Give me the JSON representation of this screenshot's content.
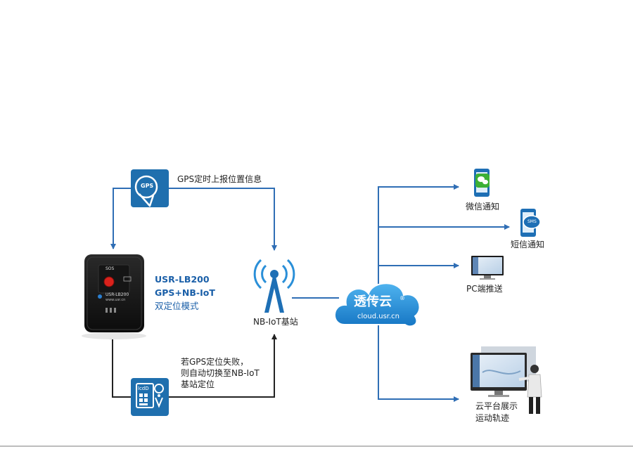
{
  "labels": {
    "gps_report": "GPS定时上报位置信息",
    "fallback_line1": "若GPS定位失败，",
    "fallback_line2": "则自动切换至NB-IoT",
    "fallback_line3": "基站定位",
    "device_model": "USR-LB200",
    "device_mode": "GPS+NB-IoT",
    "device_mode_cn": "双定位模式",
    "base_station": "NB-IoT基站",
    "cloud_name": "透传云",
    "cloud_reg": "®",
    "cloud_url": "cloud.usr.cn",
    "wechat_notify": "微信通知",
    "sms_notify": "短信通知",
    "pc_push": "PC端推送",
    "cloud_platform_line1": "云平台展示",
    "cloud_platform_line2": "运动轨迹"
  },
  "icons": {
    "gps_icon_text": "GPS",
    "lbs_icon_text": "lcdD",
    "sms_icon_text": "SMS",
    "device_sos": "SOS",
    "device_brand": "USR-LB200",
    "device_url": "www.usr.cn"
  },
  "colors": {
    "arrow_blue": "#2f6eb5",
    "arrow_dark": "#222222",
    "icon_blue": "#1f6fae",
    "cloud_blue": "#1e8fd6",
    "wechat_green": "#3cb035"
  }
}
